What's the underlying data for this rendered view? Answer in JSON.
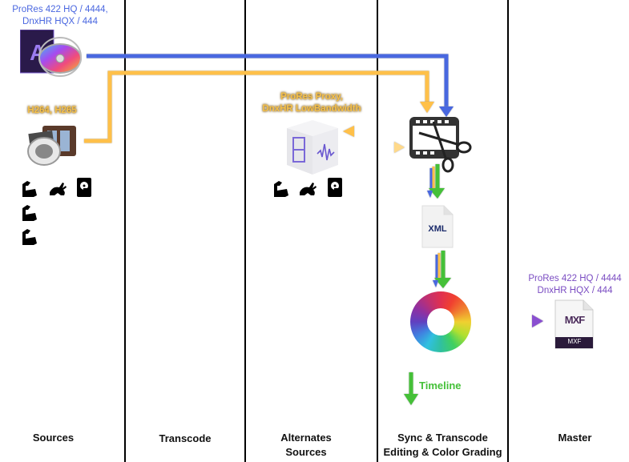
{
  "columns": [
    {
      "id": "sources",
      "label_lines": [
        "Sources"
      ]
    },
    {
      "id": "transcode",
      "label_lines": [
        "Transcode"
      ]
    },
    {
      "id": "alternates",
      "label_lines": [
        "Alternates",
        "Sources"
      ]
    },
    {
      "id": "sync",
      "label_lines": [
        "Sync & Transcode",
        "Editing & Color Grading"
      ]
    },
    {
      "id": "master",
      "label_lines": [
        "Master"
      ]
    }
  ],
  "sources": {
    "prores_label": [
      "ProRes 422 HQ / 4444,",
      "DnxHR HQX / 444"
    ],
    "h264_label": "H264, H265",
    "capability_rows": [
      [
        "strength-icon",
        "speed-icon",
        "storage-icon"
      ],
      [
        "strength-icon"
      ],
      [
        "strength-icon"
      ]
    ]
  },
  "alternates": {
    "proxy_label": [
      "ProRes Proxy,",
      "DnxHR LowBandwidth"
    ],
    "capability_row": [
      "strength-icon",
      "speed-icon",
      "storage-icon"
    ]
  },
  "sync": {
    "xml_label": "XML",
    "timeline_label": "Timeline"
  },
  "master": {
    "format_label": [
      "ProRes 422 HQ / 4444",
      "DnxHR HQX / 444"
    ],
    "mxf_logo": "MXF",
    "mxf_badge": "MXF"
  },
  "colors": {
    "blue": "#4a67e0",
    "orange": "#ffc04a",
    "light_orange": "#ffd98a",
    "green": "#44c038",
    "purple": "#8a4fd0"
  }
}
